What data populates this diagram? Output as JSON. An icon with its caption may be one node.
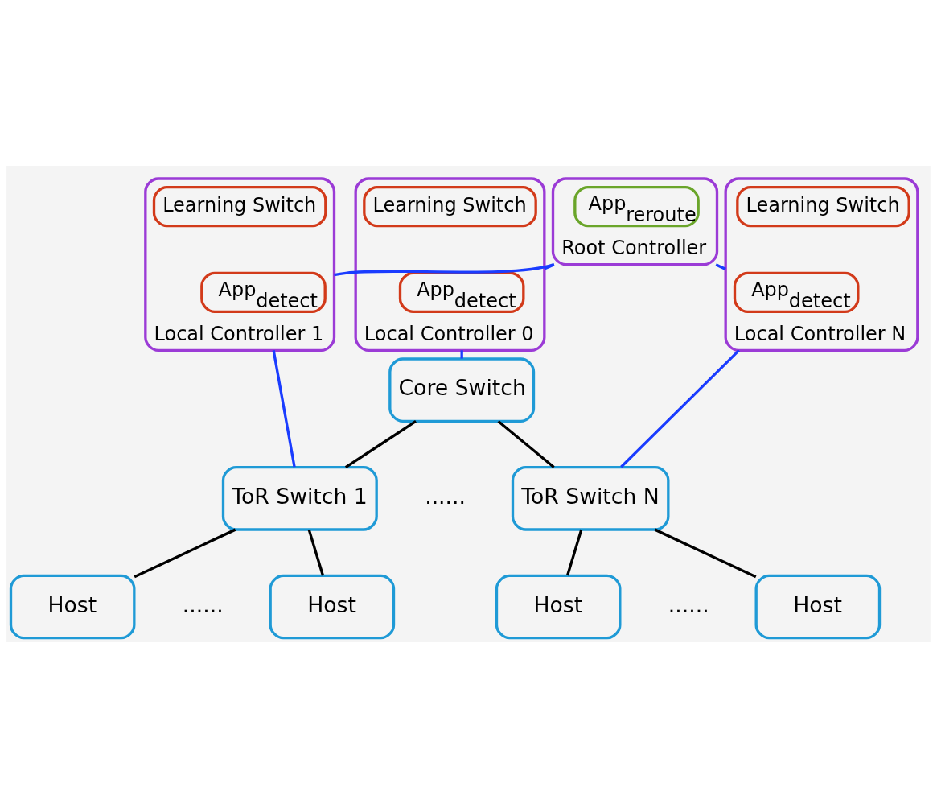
{
  "diagram": {
    "nodes": [
      {
        "text": [
          "Root Controller"
        ]
      },
      {
        "text": [
          "App$_{reroute}$"
        ],
        "in": 0
      },
      {
        "text": [
          "Local Controller 0"
        ]
      },
      {
        "text": [
          "Learning Switch"
        ],
        "in": 2
      },
      {
        "text": [
          "App$_{detect}$"
        ],
        "in": 2
      },
      {
        "text": [
          "Local Controller 1"
        ]
      },
      {
        "text": [
          "Learning Switch"
        ],
        "in": 5
      },
      {
        "text": [
          "App$_{detect}$"
        ],
        "in": 5
      },
      {
        "text": [
          "Local Controller N"
        ]
      },
      {
        "text": [
          "Learning Switch"
        ],
        "in": 8
      },
      {
        "text": [
          "App$_{detect}$"
        ],
        "in": 8
      },
      {
        "text": [
          "Core Switch"
        ]
      },
      {
        "text": [
          "ToR Switch 1"
        ]
      },
      {
        "text": [
          "ToR Switch N"
        ]
      },
      {
        "text": [
          "Host"
        ]
      },
      {
        "text": [
          "Host"
        ]
      },
      {
        "text": [
          "Host"
        ]
      },
      {
        "text": [
          "Host"
        ]
      }
    ],
    "edges": [
      {
        "from": 0,
        "to": 2,
        "arrow": "none",
        "color": "#1a3cff"
      },
      {
        "from": 0,
        "to": 8,
        "arrow": "none",
        "color": "#1a3cff"
      },
      {
        "from": 0,
        "to": 5,
        "arrow": "none",
        "color": "#1a3cff"
      },
      {
        "from": 2,
        "to": 11,
        "arrow": "none",
        "color": "#1a3cff"
      },
      {
        "from": 5,
        "to": 12,
        "arrow": "none",
        "color": "#1a3cff"
      },
      {
        "from": 8,
        "to": 13,
        "arrow": "none",
        "color": "#1a3cff"
      },
      {
        "from": 11,
        "to": 12,
        "arrow": "none",
        "color": "#000000"
      },
      {
        "from": 11,
        "to": 13,
        "arrow": "none",
        "color": "#000000"
      },
      {
        "from": 12,
        "to": 14,
        "arrow": "none",
        "color": "#000000"
      },
      {
        "from": 12,
        "to": 15,
        "arrow": "none",
        "color": "#000000"
      },
      {
        "from": 13,
        "to": 16,
        "arrow": "none",
        "color": "#000000"
      },
      {
        "from": 13,
        "to": 17,
        "arrow": "none",
        "color": "#000000"
      }
    ],
    "labels": [
      "......",
      "......",
      "......"
    ]
  }
}
